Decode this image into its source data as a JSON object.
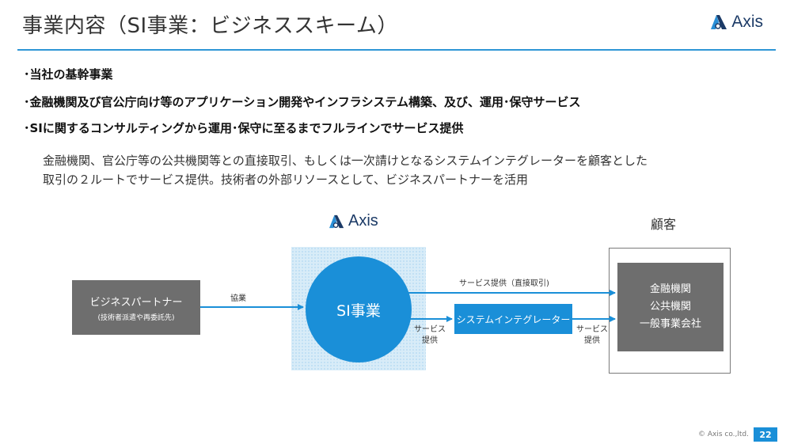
{
  "header": {
    "title": "事業内容（SI事業：ビジネススキーム）",
    "logo_text": "Axis"
  },
  "bullets": [
    "･当社の基幹事業",
    "･金融機関及び官公庁向け等のアプリケーション開発やインフラシステム構築、及び、運用･保守サービス",
    "･SIに関するコンサルティングから運用･保守に至るまでフルラインでサービス提供"
  ],
  "description": [
    "金融機関、官公庁等の公共機関等との直接取引、もしくは一次請けとなるシステムインテグレーターを顧客とした",
    "取引の２ルートでサービス提供。技術者の外部リソースとして、ビジネスパートナーを活用"
  ],
  "diagram": {
    "company_logo": "Axis",
    "customer_heading": "顧客",
    "partner": {
      "label": "ビジネスパートナー",
      "sublabel": "(技術者派遣や再委託先)"
    },
    "partner_flow_label": "協業",
    "si_label": "SI事業",
    "direct_flow_label": "サービス提供（直接取引)",
    "integrator_label": "システムインテグレーター",
    "service_label_line1": "サービス",
    "service_label_line2": "提供",
    "service_label2_line1": "サービス",
    "service_label2_line2": "提供",
    "customers": [
      "金融機関",
      "公共機関",
      "一般事業会社"
    ]
  },
  "footer": {
    "copyright": "© Axis co.,ltd.",
    "page_number": "22"
  },
  "colors": {
    "accent": "#1a8fd8",
    "rule": "#2f96d6",
    "box_gray": "#6e6e6e",
    "logo": "#1b3a66"
  }
}
